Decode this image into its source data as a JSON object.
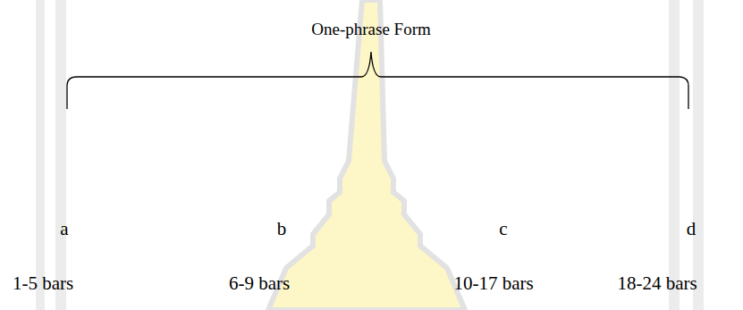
{
  "diagram": {
    "title": "One-phrase Form",
    "labels": [
      "a",
      "b",
      "c",
      "d",
      "1-5 bars",
      "6-9 bars",
      "10-17 bars",
      "18-24 bars"
    ]
  }
}
